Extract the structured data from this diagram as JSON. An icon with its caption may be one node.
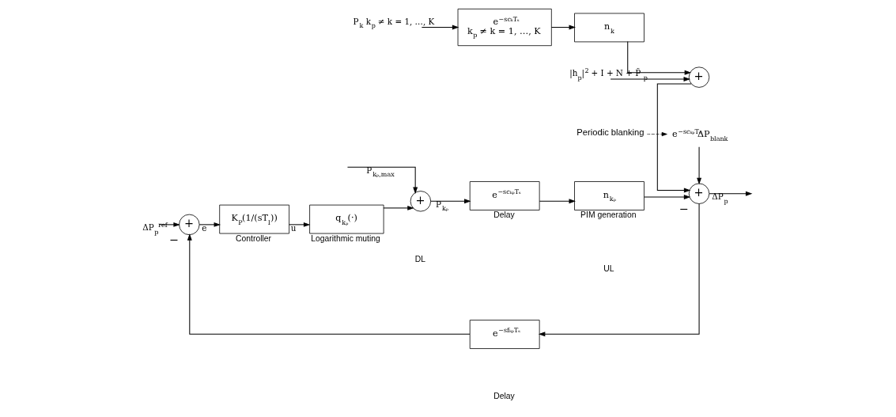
{
  "diagram": {
    "nodes": [
      {
        "text": [
          "+"
        ],
        "beside": [
          "−"
        ]
      },
      {
        "text": [
          "K$_{P}$(1/(sT$_{I}$))"
        ],
        "beside": [
          "Controller"
        ]
      },
      {
        "text": [
          "q$_{kₚ}$(·)"
        ],
        "beside": [
          "Logarithmic muting"
        ]
      },
      {
        "text": [
          "+"
        ]
      },
      {
        "text": [
          "e$^{−scₖₚTₛ}$"
        ],
        "beside": [
          "Delay"
        ]
      },
      {
        "text": [
          "n$_{kₚ}$"
        ],
        "beside": [
          "PIM generation"
        ]
      },
      {
        "text": [
          "+"
        ],
        "beside": [
          "−"
        ]
      },
      {
        "text": [
          "e$^{−scₖTₛ}$",
          "k$_{p}$ ≠ k = 1, …, K"
        ]
      },
      {
        "text": [
          "n$_{k}$"
        ]
      },
      {
        "text": [
          "+"
        ]
      },
      {
        "text": [
          "e$^{−sfₖₚTₛ}$"
        ]
      },
      {
        "text": [
          "e$^{−scₖₚTₛ}$ΔP$_{blank}$"
        ]
      },
      {
        "text": [
          "Periodic blanking"
        ]
      }
    ],
    "edges": [
      {
        "from": null,
        "to": 0,
        "arrow": "to",
        "label": "ΔP$_{p}$$^{ref}$"
      },
      {
        "from": 0,
        "to": 1,
        "arrow": "to",
        "label": "e"
      },
      {
        "from": 1,
        "to": 2,
        "arrow": "to",
        "label": "u"
      },
      {
        "from": 2,
        "to": 3,
        "arrow": "to"
      },
      {
        "from": null,
        "to": 3,
        "arrow": "to",
        "label": "P$_{kₚ,max}$"
      },
      {
        "from": 3,
        "to": 4,
        "arrow": "to",
        "label": "P$_{kₚ}$"
      },
      {
        "from": 4,
        "to": 5,
        "arrow": "to"
      },
      {
        "from": 5,
        "to": 6,
        "arrow": "to"
      },
      {
        "from": null,
        "to": 7,
        "arrow": "to",
        "label": "P$_{k}$ k$_{p}$ ≠ k = 1, …, K"
      },
      {
        "from": 7,
        "to": 8,
        "arrow": "to"
      },
      {
        "from": 8,
        "to": 9,
        "arrow": "to"
      },
      {
        "from": null,
        "to": 9,
        "arrow": "to",
        "label": "|h$_{p}$|$^{2}$ + I + N + P̃$_{p}$"
      },
      {
        "from": 9,
        "to": 6,
        "arrow": "to"
      },
      {
        "from": 11,
        "to": 6,
        "arrow": "to"
      },
      {
        "from": 6,
        "to": null,
        "arrow": "to",
        "label": "ΔP$_{p}$"
      },
      {
        "from": 6,
        "to": 10,
        "arrow": "to"
      },
      {
        "from": 10,
        "to": 0,
        "arrow": "to"
      },
      {
        "from": 12,
        "to": 11,
        "arrow": "to",
        "style": "dashed"
      }
    ],
    "labels": [
      "DL",
      "Delay",
      "UL"
    ]
  }
}
